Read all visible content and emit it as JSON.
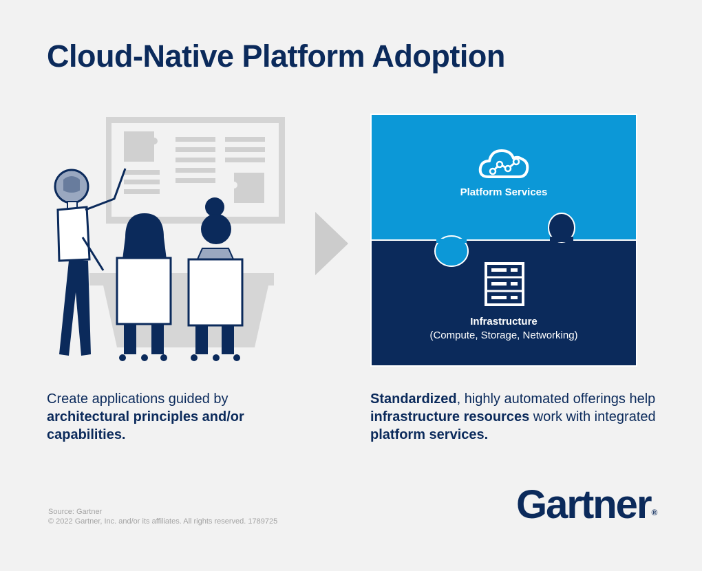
{
  "title": "Cloud-Native Platform Adoption",
  "diagram": {
    "top_block_label": "Platform Services",
    "bottom_block_label": "Infrastructure",
    "bottom_block_sublabel": "(Compute, Storage, Networking)",
    "top_icon": "cloud-network-icon",
    "bottom_icon": "server-rack-icon",
    "colors": {
      "top": "#0c98d7",
      "bottom": "#0b2a5b",
      "arrow": "#cccccc"
    }
  },
  "left_caption": {
    "plain": "Create applications guided by",
    "bold": "architectural principles and/or capabilities."
  },
  "right_caption": {
    "bold1": "Standardized",
    "plain1": ", highly automated offerings help",
    "bold2": "infrastructure resources",
    "plain2": "work with integrated",
    "bold3": "platform services."
  },
  "source": {
    "line1": "Source: Gartner",
    "line2": "© 2022 Gartner, Inc. and/or its affiliates. All rights reserved. 1789725"
  },
  "logo": {
    "text": "Gartner",
    "registered": "®"
  }
}
